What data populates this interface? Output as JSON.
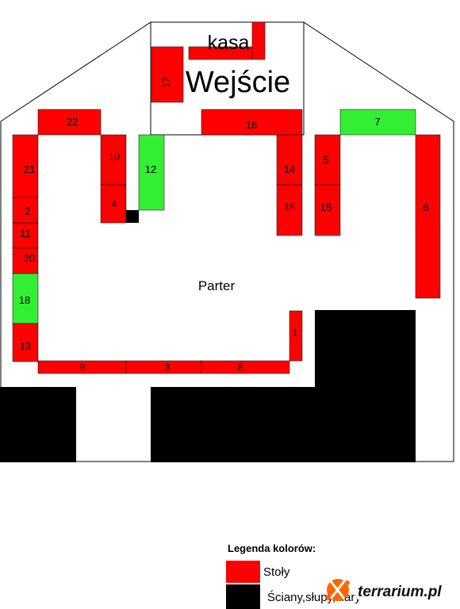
{
  "plan": {
    "kasa_label": "kasa",
    "entrance_label": "Wejście",
    "floor_label": "Parter"
  },
  "colors": {
    "table": "#ff0000",
    "special": "#33ee33",
    "wall": "#000000",
    "outline": "#000000"
  },
  "tables": [
    {
      "id": "t1",
      "label": "1"
    },
    {
      "id": "t2",
      "label": "2"
    },
    {
      "id": "t3",
      "label": "3"
    },
    {
      "id": "t4",
      "label": "4"
    },
    {
      "id": "t5",
      "label": "5"
    },
    {
      "id": "t6",
      "label": "6"
    },
    {
      "id": "t7",
      "label": "7"
    },
    {
      "id": "t8",
      "label": "8"
    },
    {
      "id": "t9",
      "label": "9"
    },
    {
      "id": "t10",
      "label": "10"
    },
    {
      "id": "t11",
      "label": "11"
    },
    {
      "id": "t12",
      "label": "12"
    },
    {
      "id": "t13",
      "label": "13"
    },
    {
      "id": "t14",
      "label": "14"
    },
    {
      "id": "t15",
      "label": "15"
    },
    {
      "id": "t16",
      "label": "16"
    },
    {
      "id": "t17",
      "label": "17"
    },
    {
      "id": "t18",
      "label": "18"
    },
    {
      "id": "t19",
      "label": "19"
    },
    {
      "id": "t20",
      "label": "20"
    },
    {
      "id": "t21",
      "label": "21"
    },
    {
      "id": "t22",
      "label": "22"
    }
  ],
  "legend": {
    "title": "Legenda kolorów:",
    "items": [
      {
        "label": "Stoły",
        "color": "#ff0000"
      },
      {
        "label": "Ściany,słupy,filary",
        "color": "#000000"
      }
    ]
  },
  "logo": {
    "text": "terrarium.pl",
    "icon": "gecko-logo-icon",
    "color": "#ff6600"
  }
}
